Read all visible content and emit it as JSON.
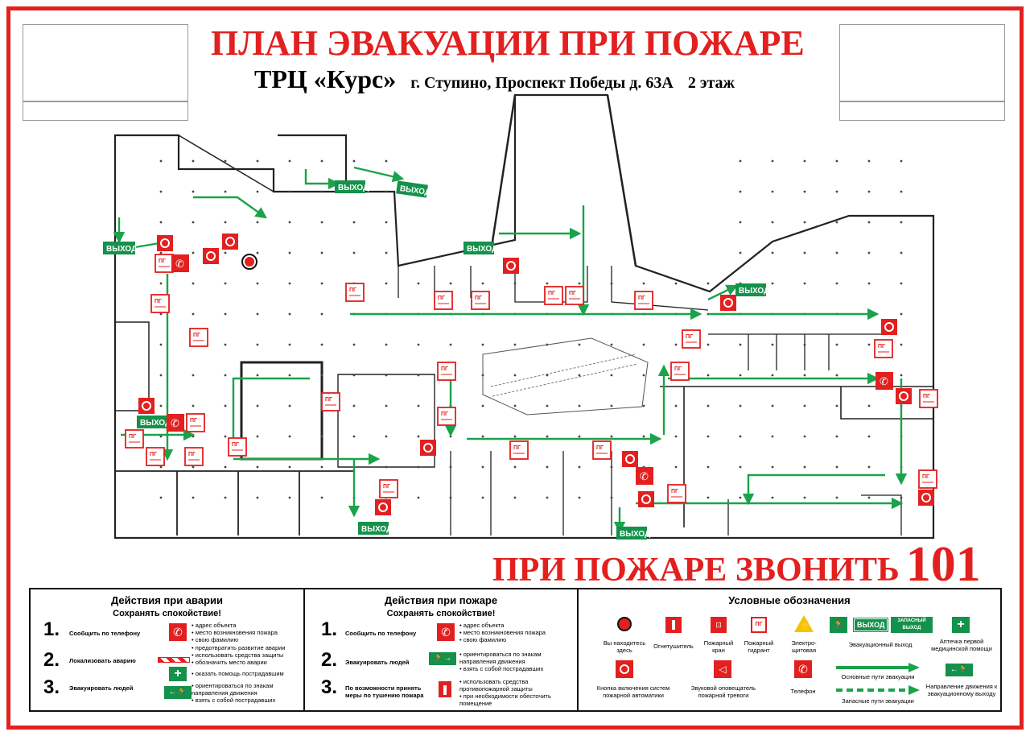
{
  "header": {
    "title": "ПЛАН ЭВАКУАЦИИ ПРИ ПОЖАРЕ",
    "place": "ТРЦ «Курс»",
    "address": "г. Ступино, Проспект Победы д. 63А",
    "floor": "2 этаж"
  },
  "call": {
    "text": "ПРИ ПОЖАРЕ ЗВОНИТЬ",
    "number": "101"
  },
  "plan": {
    "exit_label": "ВЫХОД",
    "hydrant_label": "ПГ",
    "colors": {
      "wall": "#222222",
      "route": "#1aa34a",
      "fire": "#e2201f"
    }
  },
  "accident": {
    "title": "Действия при аварии",
    "subtitle": "Сохранять спокойствие!",
    "steps": [
      {
        "n": "1.",
        "label": "Сообщить по телефону",
        "bullets": [
          "• адрес объекта",
          "• место возникновения пожара",
          "• свою фамилию"
        ]
      },
      {
        "n": "2.",
        "label": "Локализовать аварию",
        "bullets": [
          "• предотвратить развитие аварии",
          "• использовать средства защиты",
          "• обозначить место аварии"
        ]
      },
      {
        "n": "3.",
        "label": "Эвакуировать людей",
        "bullets": [
          "• оказать помощь пострадавшим",
          "• ориентироваться по знакам направления движения",
          "• взять с собой пострадавших"
        ]
      }
    ]
  },
  "fire": {
    "title": "Действия при пожаре",
    "subtitle": "Сохранять спокойствие!",
    "steps": [
      {
        "n": "1.",
        "label": "Сообщить по телефону",
        "bullets": [
          "• адрес объекта",
          "• место возникновения пожара",
          "• свою фамилию"
        ]
      },
      {
        "n": "2.",
        "label": "Эвакуировать людей",
        "bullets": [
          "• ориентироваться по знакам направления движения",
          "• взять с собой пострадавших"
        ]
      },
      {
        "n": "3.",
        "label": "По возможности принять меры по тушению пожара",
        "bullets": [
          "• использовать средства противопожарной защиты",
          "• при необходимости обесточить помещение"
        ]
      }
    ]
  },
  "legend": {
    "title": "Условные обозначения",
    "items": {
      "here": "Вы находитесь здесь",
      "extinguisher": "Огнетушитель",
      "crane": "Пожарный кран",
      "hydrant": "Пожарный гидрант",
      "electric": "Электро- щитовая",
      "evac_exit": "Эвакуационный выход",
      "exit_word": "ВЫХОД",
      "spare_exit_word_1": "ЗАПАСНЫЙ",
      "spare_exit_word_2": "ВЫХОД",
      "first_aid": "Аптечка первой медицинской помощи",
      "button": "Кнопка включения систем пожарной автоматики",
      "siren": "Звуковой оповещатель пожарной тревоги",
      "phone": "Телефон",
      "main_route": "Основные пути эвакуации",
      "spare_route": "Запасные пути эвакуации",
      "direction": "Направление движения к эвакуационному выходу"
    }
  }
}
